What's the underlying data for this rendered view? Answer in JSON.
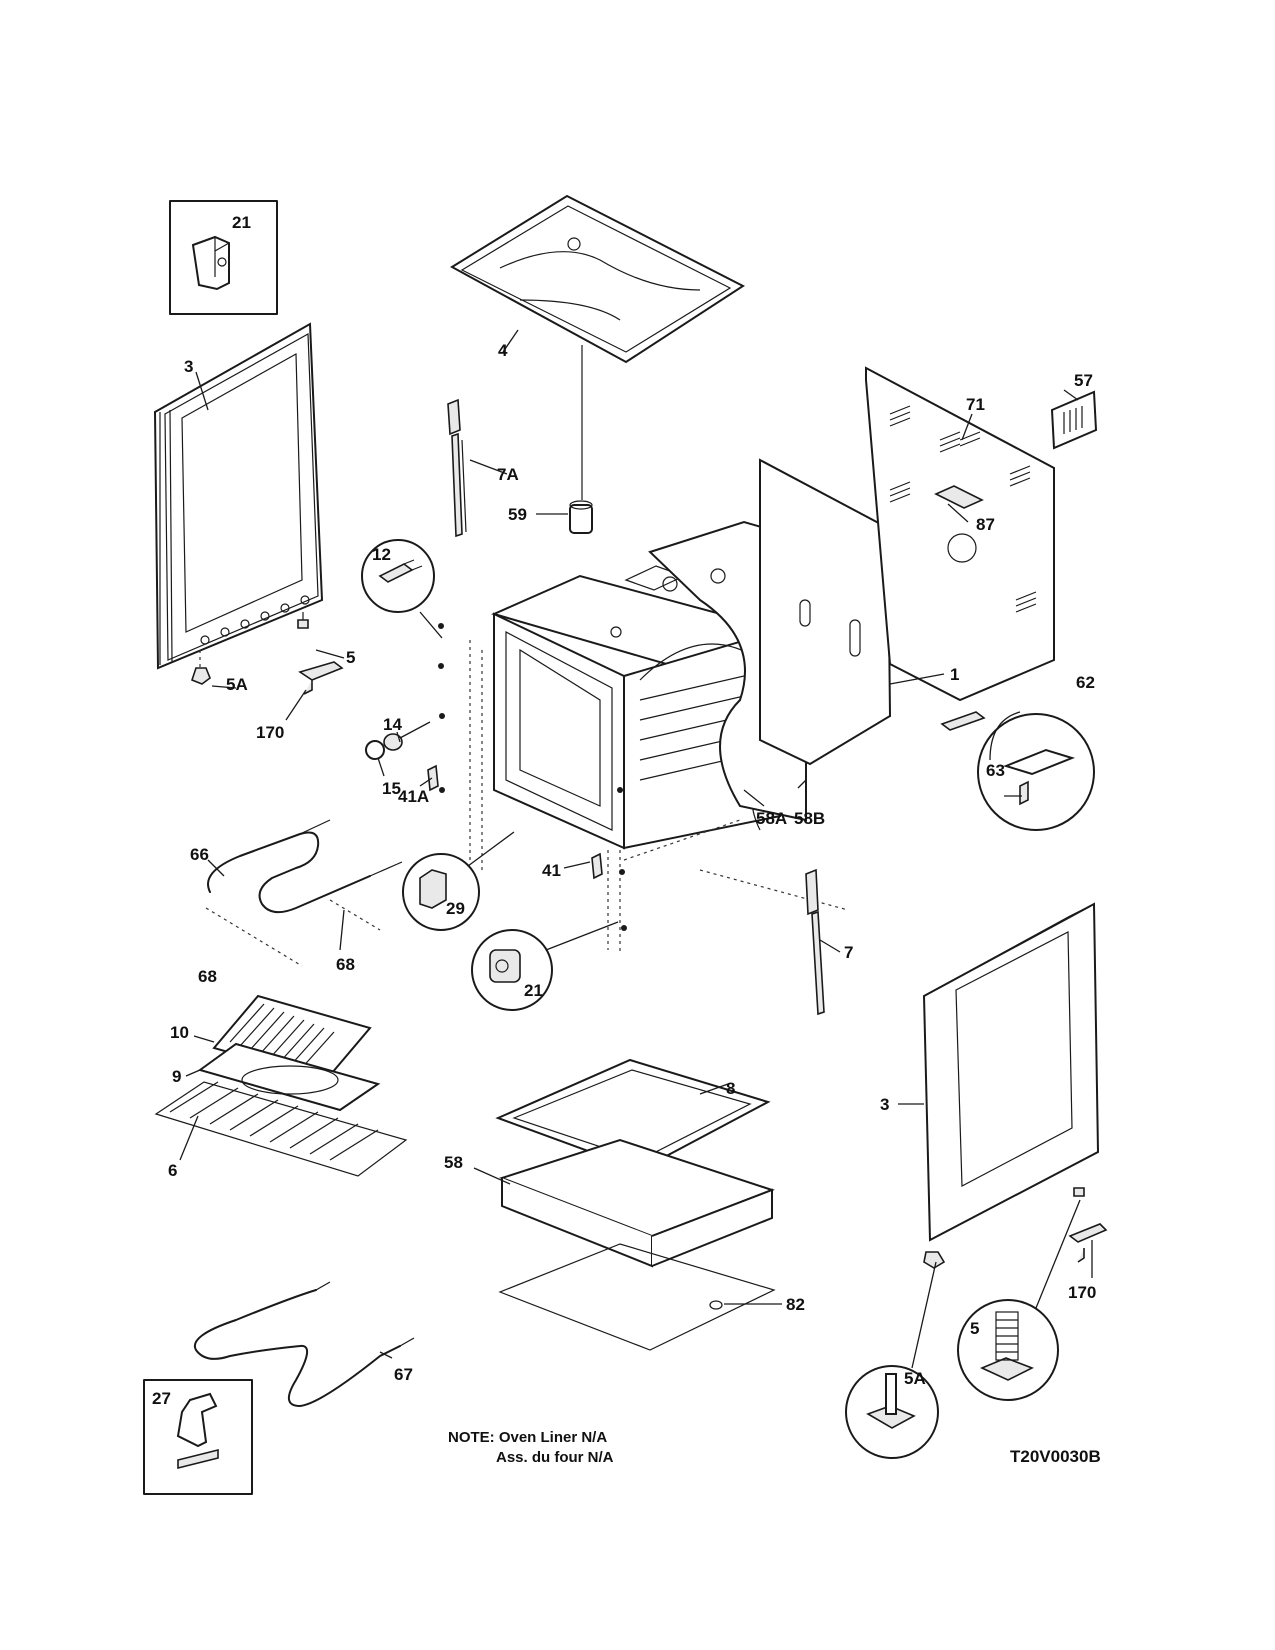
{
  "labels": {
    "l21a": "21",
    "l3a": "3",
    "l4": "4",
    "l7a": "7A",
    "l59": "59",
    "l12": "12",
    "l5a": "5",
    "l5aa": "5A",
    "l170a": "170",
    "l14": "14",
    "l15": "15",
    "l41a": "41A",
    "l58a": "58A",
    "l58b": "58B",
    "l71": "71",
    "l57": "57",
    "l87": "87",
    "l1": "1",
    "l62": "62",
    "l63": "63",
    "l66": "66",
    "l68a": "68",
    "l68b": "68",
    "l29": "29",
    "l41": "41",
    "l21b": "21",
    "l7": "7",
    "l10": "10",
    "l9": "9",
    "l6": "6",
    "l8": "8",
    "l58": "58",
    "l82": "82",
    "l3b": "3",
    "l170b": "170",
    "l5b": "5",
    "l5ab": "5A",
    "l67": "67",
    "l27": "27"
  },
  "note": {
    "line1": "NOTE: Oven Liner N/A",
    "line2": "Ass. du four N/A"
  },
  "diagram_code": "T20V0030B"
}
